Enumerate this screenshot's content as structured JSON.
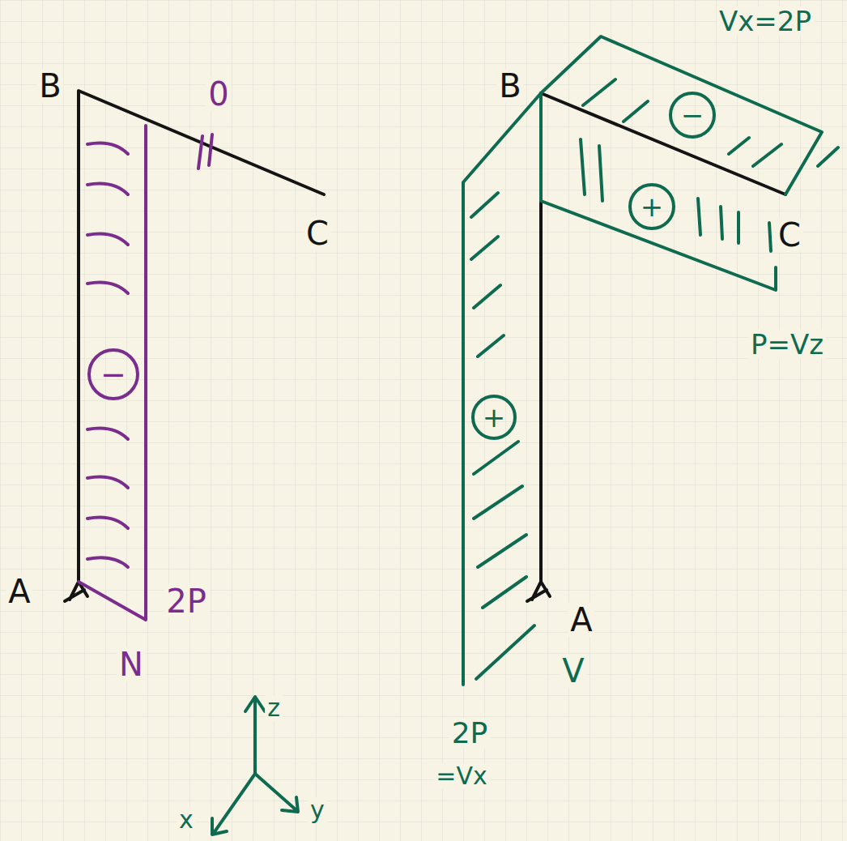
{
  "diagram": {
    "labels": [
      "B",
      "0",
      "C",
      "A",
      "−",
      "2P",
      "N",
      "z",
      "x",
      "y",
      "B",
      "Vx=2P",
      "−",
      "+",
      "C",
      "P=Vz",
      "+",
      "A",
      "V",
      "2P",
      "=Vx"
    ]
  }
}
